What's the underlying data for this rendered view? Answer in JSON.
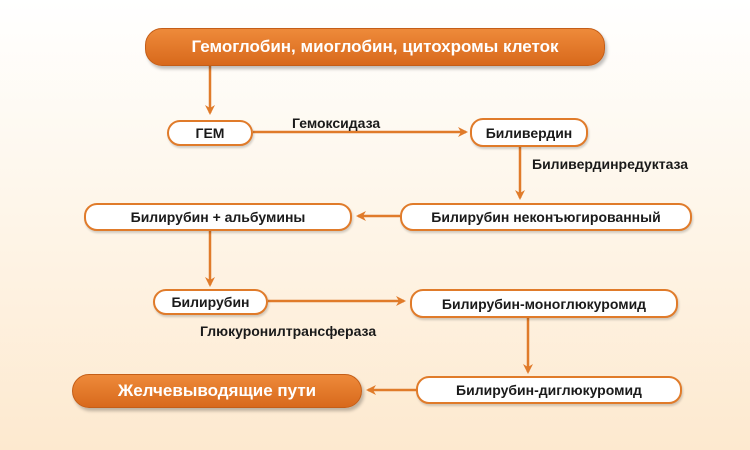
{
  "nodes": {
    "sources": "Гемоглобин, миоглобин, цитохромы клеток",
    "heme": "ГЕМ",
    "biliverdin": "Биливердин",
    "bilirubin_unconjugated": "Билирубин неконъюгированный",
    "bilirubin_albumin": "Билирубин + альбумины",
    "bilirubin": "Билирубин",
    "bilirubin_monoglucuronide": "Билирубин-моноглюкуромид",
    "bilirubin_diglucuronide": "Билирубин-диглюкуромид",
    "bile_ducts": "Желчевыводящие пути"
  },
  "enzymes": {
    "heme_oxygenase": "Гемоксидаза",
    "biliverdin_reductase": "Биливердинредуктаза",
    "glucuronyltransferase": "Глюкуронилтрансфераза"
  },
  "colors": {
    "accent": "#e07b2a",
    "accent_dark": "#d8691c",
    "text": "#1a1a1a"
  }
}
